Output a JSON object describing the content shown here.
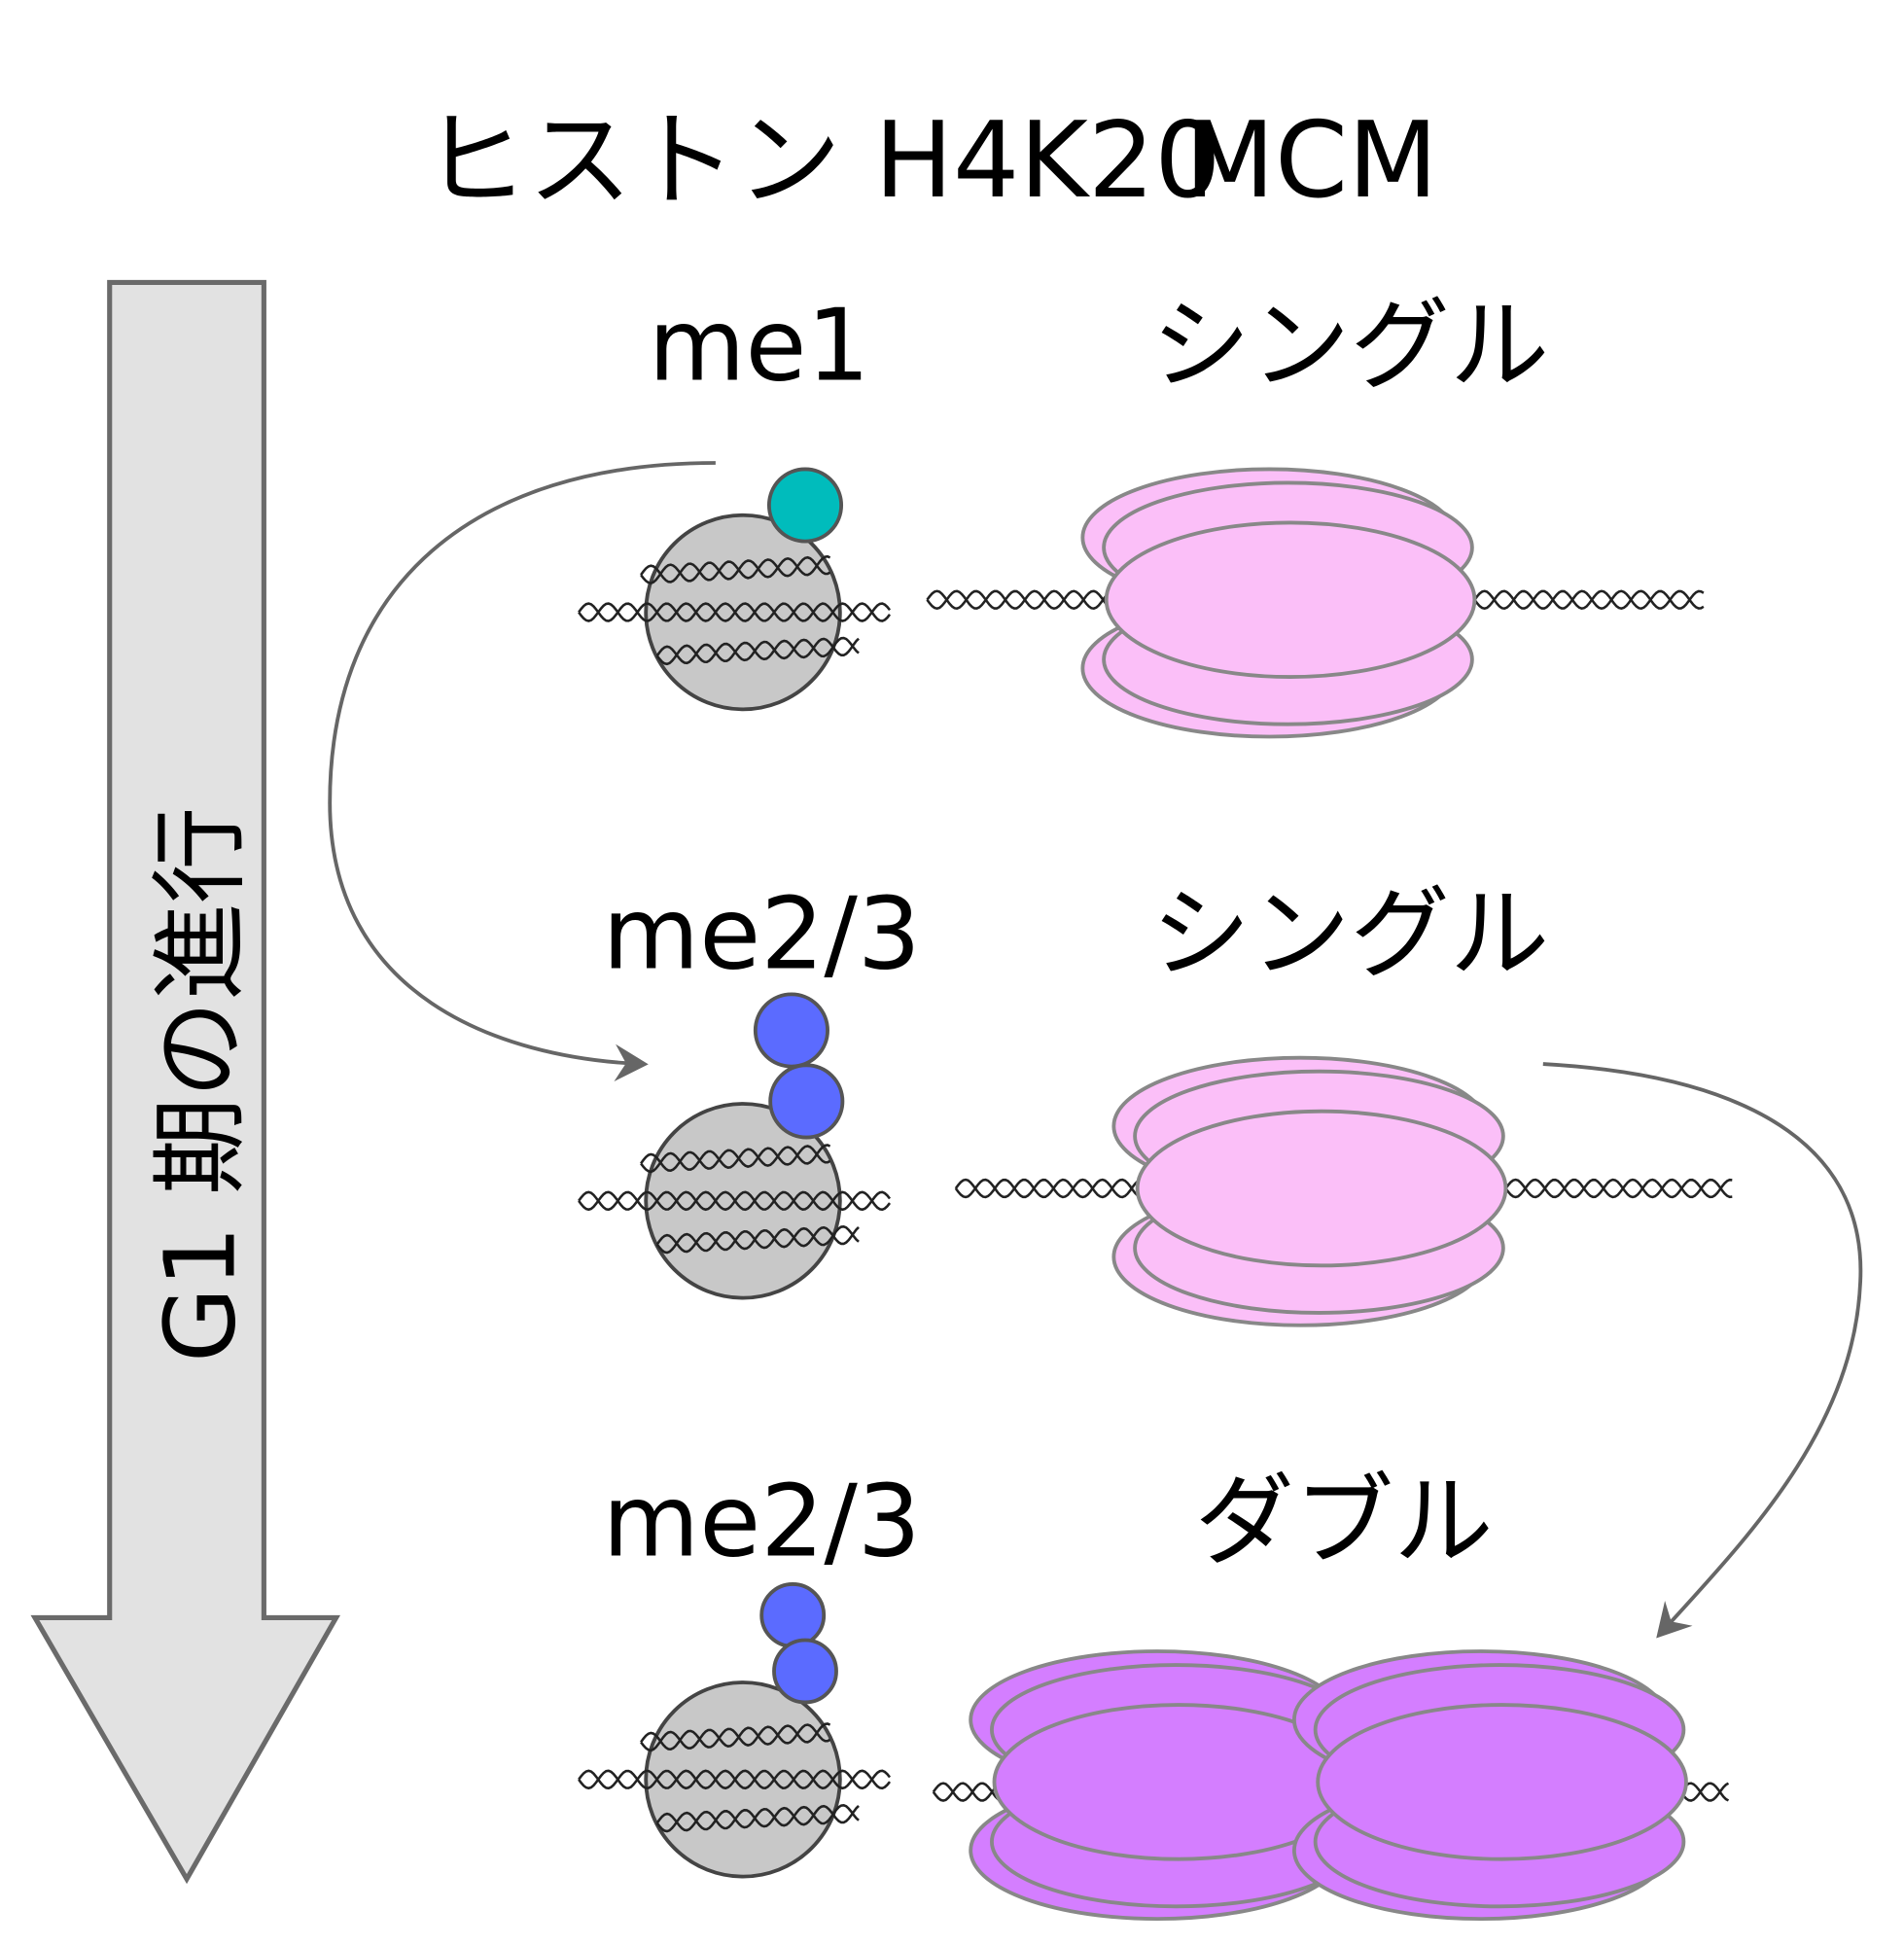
{
  "title": {
    "histone": "ヒストン H4K20",
    "mcm": "MCM"
  },
  "progress_arrow_label": "G1 期の進行",
  "rows": [
    {
      "histone_state": "me1",
      "mcm_state": "シングル"
    },
    {
      "histone_state": "me2/3",
      "mcm_state": "シングル"
    },
    {
      "histone_state": "me2/3",
      "mcm_state": "ダブル"
    }
  ],
  "colors": {
    "me1_mark": "#00bcbc",
    "me23_mark": "#5b6bff",
    "nucleosome": "#c8c8c8",
    "mcm_single": "#fbbff8",
    "mcm_double": "#d47eff",
    "arrow_fill": "#e2e2e2",
    "arrow_stroke": "#6a6a6a"
  }
}
